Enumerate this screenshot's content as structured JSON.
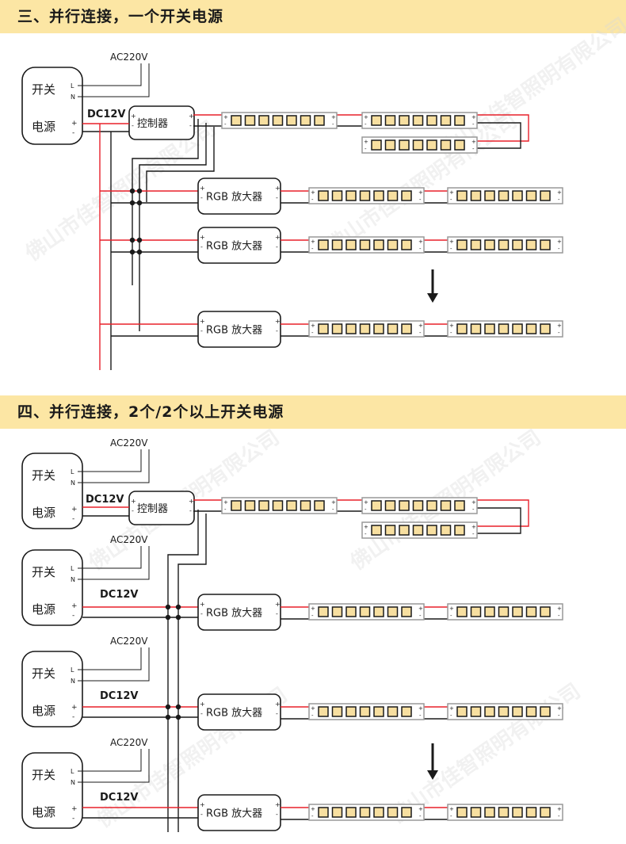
{
  "sections": [
    {
      "title": "三、并行连接，一个开关电源"
    },
    {
      "title": "四、并行连接，2个/2个以上开关电源"
    }
  ],
  "labels": {
    "psu_line1": "开关",
    "psu_line2": "电源",
    "ac_input": "AC220V",
    "dc_output": "DC12V",
    "controller": "控制器",
    "amplifier": "RGB 放大器",
    "L": "L",
    "N": "N",
    "plus": "+",
    "minus": "-"
  },
  "watermark": "佛山市佳智照明有限公司",
  "colors": {
    "banner_bg": "#fce6a4",
    "wire_red": "#e8202a",
    "wire_black": "#1a1a1a",
    "strip_led": "#f7dfa0",
    "strip_border": "#999999"
  },
  "icons": {
    "arrow": "arrow-down-icon"
  }
}
